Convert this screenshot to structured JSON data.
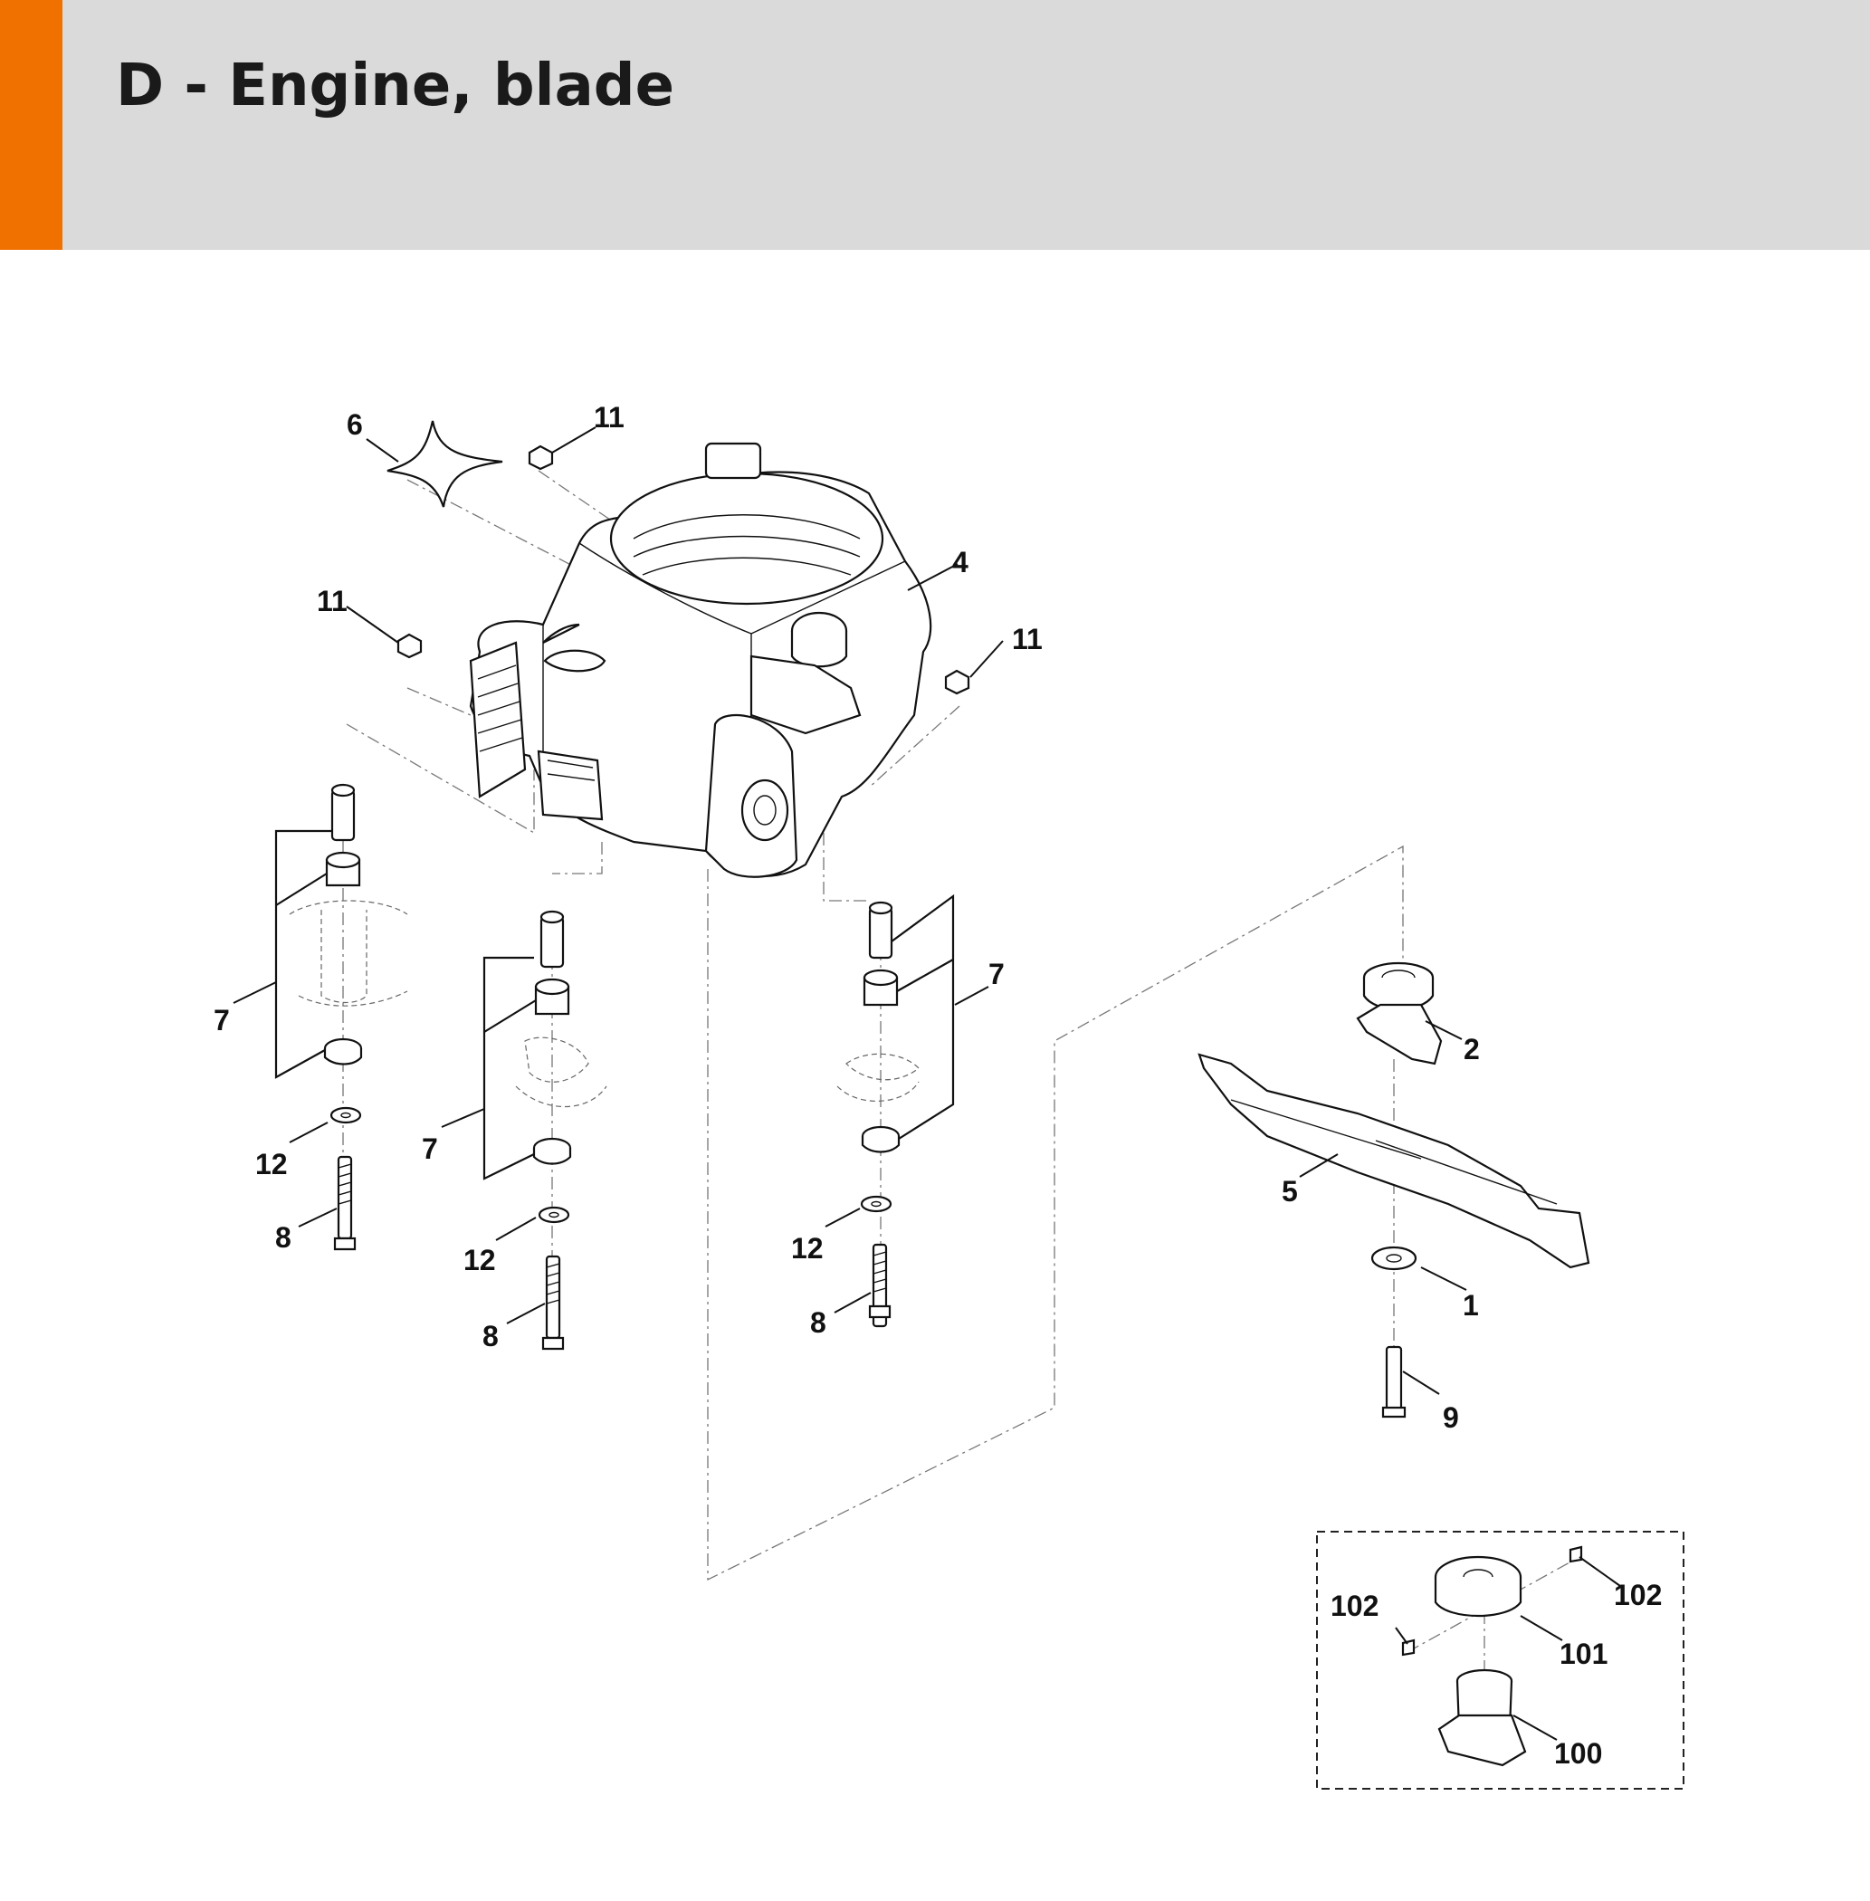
{
  "page": {
    "title": "D - Engine, blade",
    "accent_color": "#f07000",
    "header_color": "#dadada"
  },
  "diagram": {
    "callouts": [
      {
        "id": "c6",
        "label": "6"
      },
      {
        "id": "c11a",
        "label": "11"
      },
      {
        "id": "c11b",
        "label": "11"
      },
      {
        "id": "c11c",
        "label": "11"
      },
      {
        "id": "c4",
        "label": "4"
      },
      {
        "id": "c7a",
        "label": "7"
      },
      {
        "id": "c7b",
        "label": "7"
      },
      {
        "id": "c7c",
        "label": "7"
      },
      {
        "id": "c12a",
        "label": "12"
      },
      {
        "id": "c12b",
        "label": "12"
      },
      {
        "id": "c12c",
        "label": "12"
      },
      {
        "id": "c8a",
        "label": "8"
      },
      {
        "id": "c8b",
        "label": "8"
      },
      {
        "id": "c8c",
        "label": "8"
      },
      {
        "id": "c2",
        "label": "2"
      },
      {
        "id": "c5",
        "label": "5"
      },
      {
        "id": "c1",
        "label": "1"
      },
      {
        "id": "c9",
        "label": "9"
      },
      {
        "id": "c102a",
        "label": "102"
      },
      {
        "id": "c102b",
        "label": "102"
      },
      {
        "id": "c101",
        "label": "101"
      },
      {
        "id": "c100",
        "label": "100"
      }
    ]
  }
}
